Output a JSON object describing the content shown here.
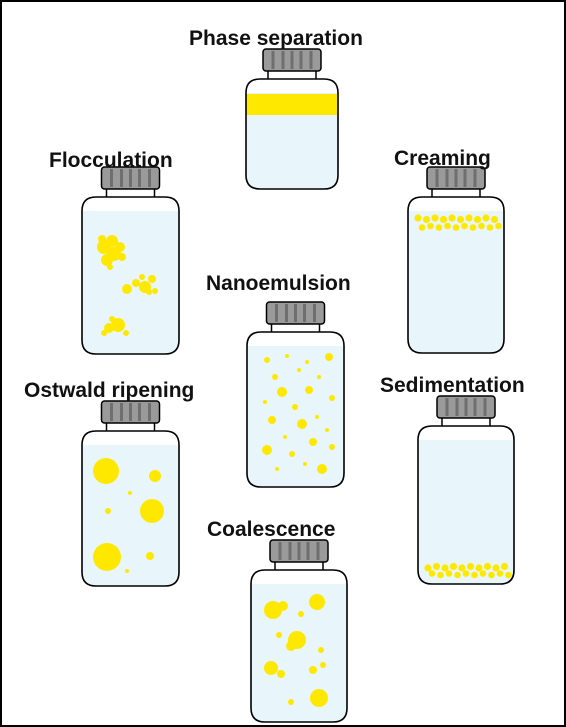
{
  "colors": {
    "liquid": "#e8f6fc",
    "glass_outline": "#000000",
    "cap": "#9a9a9a",
    "cap_stripe": "#6f6f6f",
    "droplet": "#ffe800",
    "background": "#ffffff",
    "border": "#000000"
  },
  "states": [
    {
      "id": "phase_separation",
      "label": "Phase separation"
    },
    {
      "id": "flocculation",
      "label": "Flocculation"
    },
    {
      "id": "creaming",
      "label": "Creaming"
    },
    {
      "id": "nanoemulsion",
      "label": "Nanoemulsion"
    },
    {
      "id": "ostwald_ripening",
      "label": "Ostwald ripening"
    },
    {
      "id": "sedimentation",
      "label": "Sedimentation"
    },
    {
      "id": "coalescence",
      "label": "Coalescence"
    }
  ]
}
